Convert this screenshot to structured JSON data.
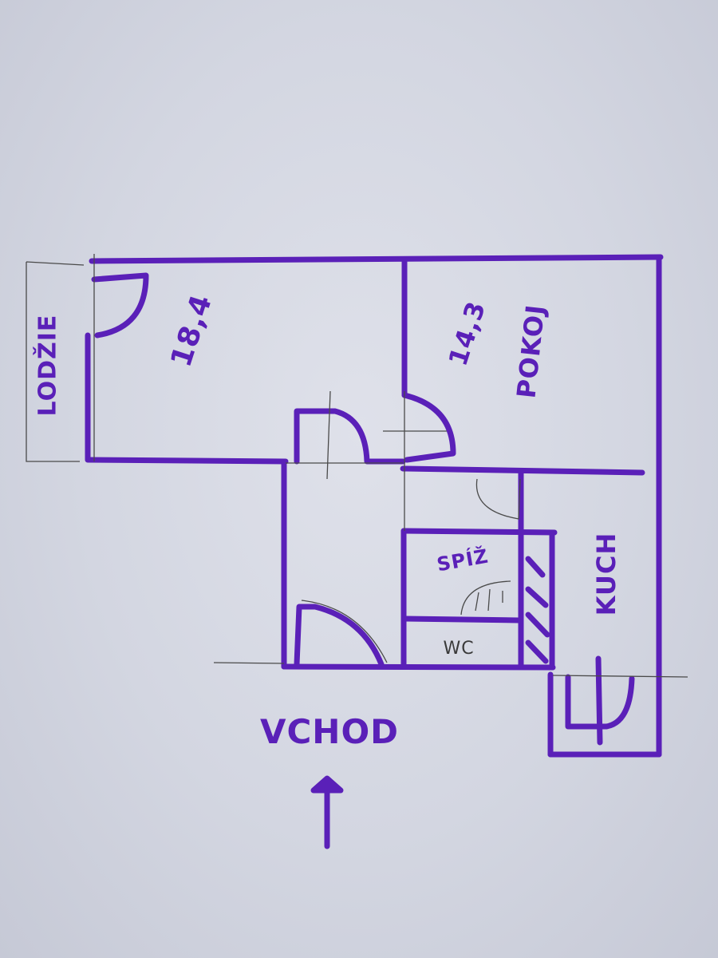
{
  "colors": {
    "marker": "#5a20b8",
    "pencil": "#4a4a4a",
    "paper": "#d8dbe5"
  },
  "rooms": [
    {
      "id": "loggia",
      "label": "LODŽIE"
    },
    {
      "id": "room1",
      "area": "18,4"
    },
    {
      "id": "room2",
      "area": "14,3",
      "label": "POKOJ"
    },
    {
      "id": "pantry",
      "label": "SPÍŽ"
    },
    {
      "id": "wc",
      "label": "WC"
    },
    {
      "id": "kitchen",
      "label": "KUCH"
    }
  ],
  "entrance": {
    "label": "VCHOD",
    "arrow": "up-arrow"
  }
}
